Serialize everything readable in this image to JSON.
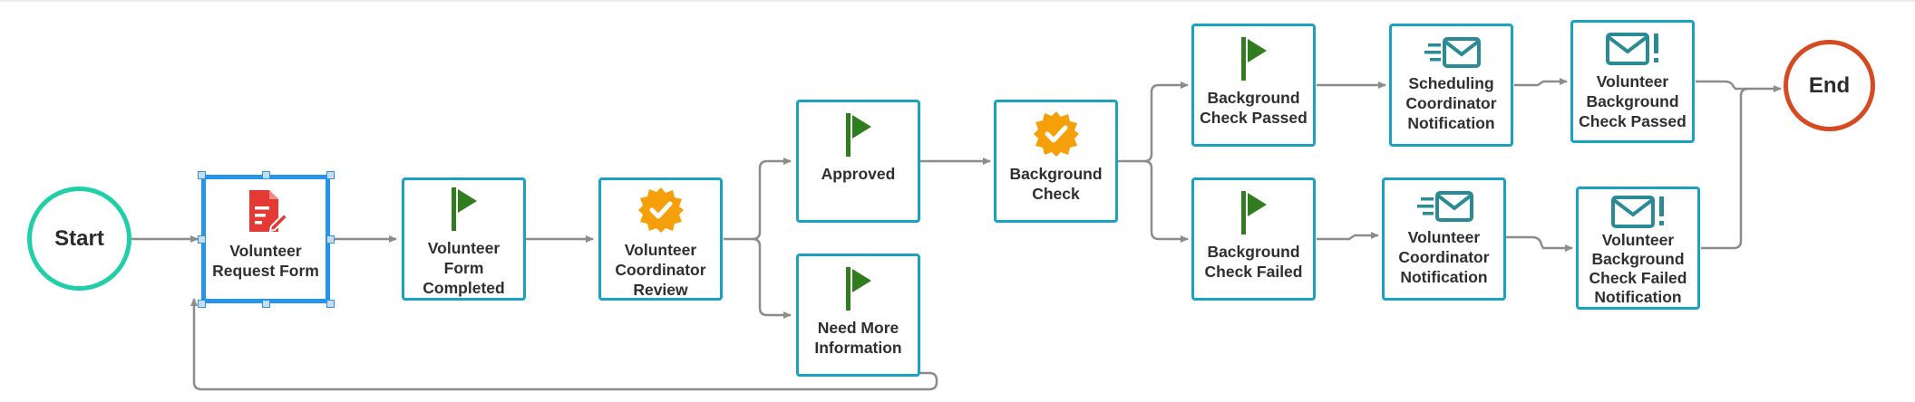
{
  "nodes": {
    "start": "Start",
    "end": "End",
    "volunteer_request_form": "Volunteer\nRequest Form",
    "volunteer_form_completed": "Volunteer\nForm\nCompleted",
    "volunteer_coordinator_review": "Volunteer\nCoordinator\nReview",
    "approved": "Approved",
    "need_more_information": "Need More\nInformation",
    "background_check": "Background\nCheck",
    "background_check_passed": "Background\nCheck Passed",
    "background_check_failed": "Background\nCheck Failed",
    "scheduling_coordinator_notification": "Scheduling\nCoordinator\nNotification",
    "volunteer_coordinator_notification": "Volunteer\nCoordinator\nNotification",
    "volunteer_background_check_passed": "Volunteer\nBackground\nCheck Passed",
    "volunteer_background_check_failed_notification": "Volunteer\nBackground\nCheck Failed\nNotification"
  },
  "colors": {
    "start_ring": "#1fcfa7",
    "end_ring": "#d64a22",
    "task_border": "#1aa2c0",
    "selected_border": "#2694e8",
    "connector": "#8c8c8c",
    "flag_icon": "#2f7d1e",
    "badge_icon": "#f5a00b",
    "form_icon": "#e53935",
    "email_icon": "#2a8a96"
  },
  "icons": {
    "form": "form-edit-icon",
    "flag": "flag-icon",
    "badge": "approval-badge-icon",
    "email_send": "email-send-icon",
    "email_alert": "email-alert-icon"
  }
}
